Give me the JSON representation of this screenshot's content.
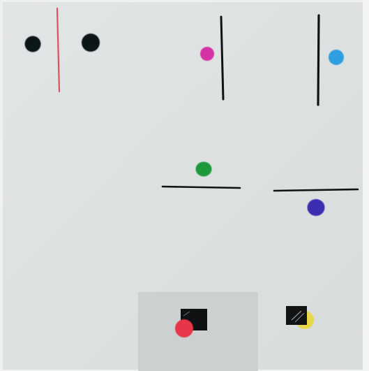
{
  "scene": {
    "description_colors": {
      "paper": "#dfe2e3",
      "background_strip": "#f0f1f2",
      "shadow_square": "#c9cccc",
      "black_ink": "#101214",
      "red_ink": "#e05060",
      "magenta_ink": "#d630a8",
      "blue_ink": "#2f9ee0",
      "green_ink": "#1f9a3a",
      "purple_ink": "#3a2fb0",
      "red_dot": "#e8364a",
      "yellow_dot": "#e6d84a"
    },
    "objects": [
      {
        "name": "black-dot-left",
        "color": "black_ink",
        "shape": "dot"
      },
      {
        "name": "red-vertical-line",
        "color": "red_ink",
        "shape": "line"
      },
      {
        "name": "black-dot-right",
        "color": "black_ink",
        "shape": "dot"
      },
      {
        "name": "magenta-dot",
        "color": "magenta_ink",
        "shape": "dot"
      },
      {
        "name": "black-vertical-line-middle",
        "color": "black_ink",
        "shape": "line"
      },
      {
        "name": "black-vertical-line-right",
        "color": "black_ink",
        "shape": "line"
      },
      {
        "name": "blue-dot",
        "color": "blue_ink",
        "shape": "dot"
      },
      {
        "name": "green-dot",
        "color": "green_ink",
        "shape": "dot"
      },
      {
        "name": "black-horizontal-line-left",
        "color": "black_ink",
        "shape": "line"
      },
      {
        "name": "black-horizontal-line-right",
        "color": "black_ink",
        "shape": "line"
      },
      {
        "name": "purple-dot",
        "color": "purple_ink",
        "shape": "dot"
      },
      {
        "name": "black-square-left",
        "color": "black_ink",
        "shape": "square"
      },
      {
        "name": "red-dot-bottom",
        "color": "red_dot",
        "shape": "dot"
      },
      {
        "name": "black-square-right",
        "color": "black_ink",
        "shape": "square"
      },
      {
        "name": "yellow-dot-bottom",
        "color": "yellow_dot",
        "shape": "dot"
      }
    ]
  }
}
